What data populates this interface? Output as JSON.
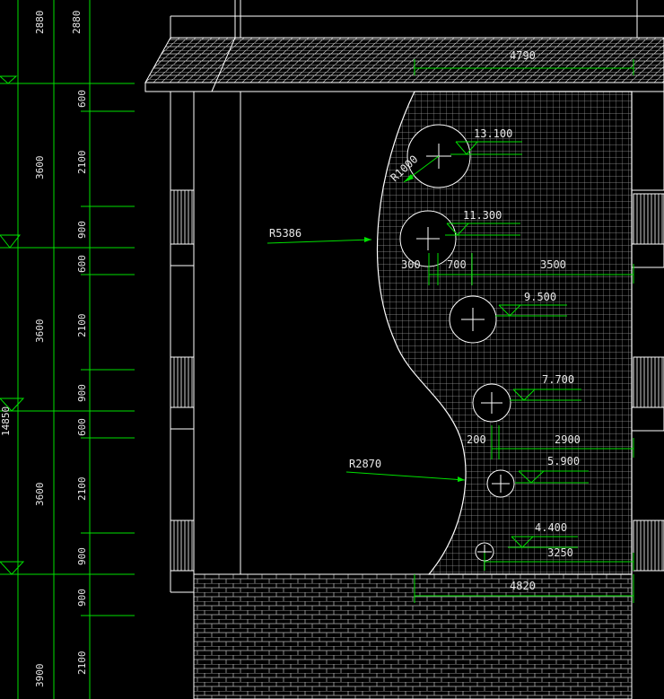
{
  "left_dims": {
    "outer": [
      "2880",
      "2880",
      "3600",
      "3600",
      "3600",
      "3900"
    ],
    "inner": [
      "600",
      "2100",
      "900",
      "600",
      "2100",
      "900",
      "600",
      "2100",
      "900",
      "900",
      "2100"
    ],
    "total": "14850"
  },
  "top_dim": "4790",
  "radii": {
    "large": "R5386",
    "small": "R2870",
    "circle": "R1000"
  },
  "elevations": [
    "13.100",
    "11.300",
    "9.500",
    "7.700",
    "5.900",
    "4.400"
  ],
  "row_dims": {
    "row1": [
      "300",
      "700",
      "3500"
    ],
    "row2": [
      "200",
      "2900"
    ],
    "row3": "3250",
    "bottom": "4820"
  }
}
